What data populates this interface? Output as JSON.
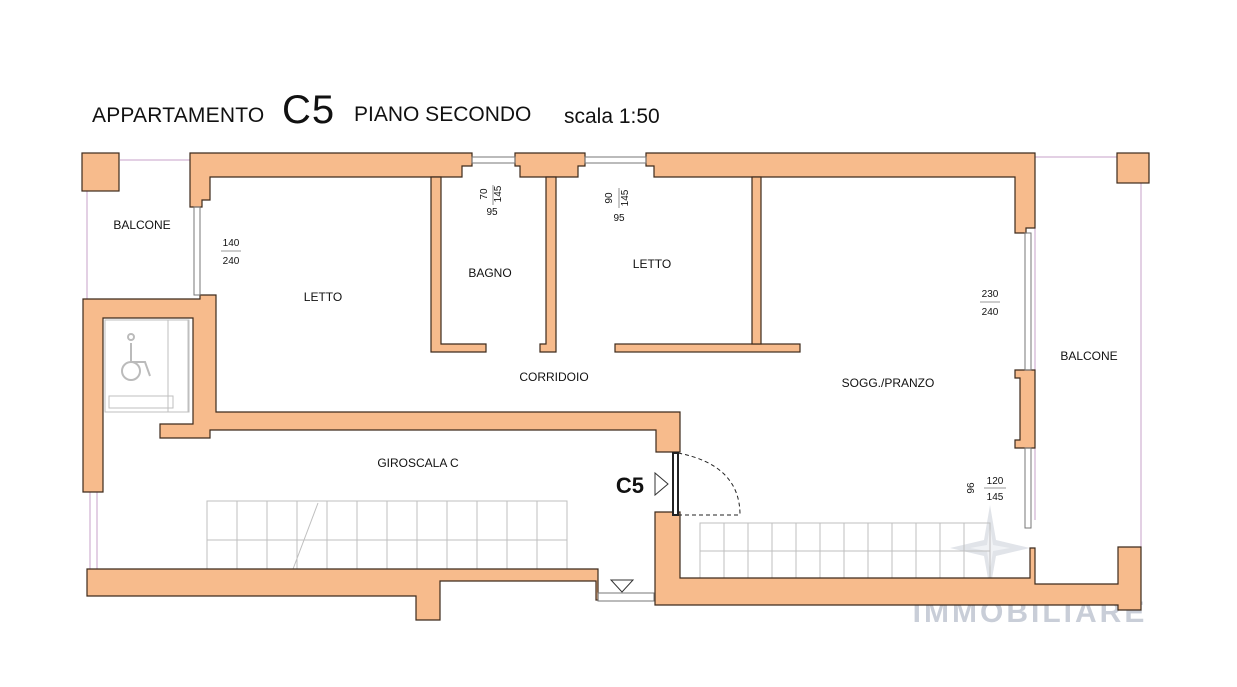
{
  "header": {
    "apartment_word": "APPARTAMENTO",
    "apartment_code": "C5",
    "floor": "PIANO SECONDO",
    "scale": "scala 1:50"
  },
  "rooms": {
    "balcone_left": "BALCONE",
    "letto_1": "LETTO",
    "bagno": "BAGNO",
    "letto_2": "LETTO",
    "corridoio": "CORRIDOIO",
    "sogg_pranzo": "SOGG./PRANZO",
    "balcone_right": "BALCONE",
    "giroscala": "GIROSCALA C"
  },
  "entrance_label": "C5",
  "window_dims": {
    "w1_top": "140",
    "w1_bottom": "240",
    "w2_a": "70",
    "w2_b": "145",
    "w2_c": "95",
    "w3_a": "90",
    "w3_b": "145",
    "w3_c": "95",
    "w4_top": "230",
    "w4_bottom": "240",
    "w5_a": "120",
    "w5_b": "145",
    "w5_side": "96"
  },
  "watermark": "IMMOBILIARE",
  "colors": {
    "wall_fill": "#f7bb8c",
    "wall_stroke": "#3d2a1c",
    "thin_line": "#c7a2c9",
    "stair_line": "#bfbfbf",
    "watermark": "#c9ced8"
  }
}
